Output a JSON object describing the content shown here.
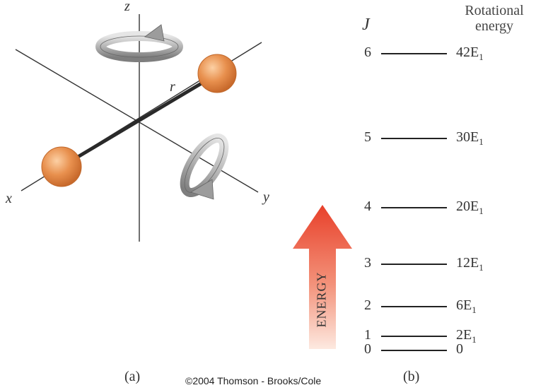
{
  "panel_a": {
    "axis_labels": {
      "x": "x",
      "y": "y",
      "z": "z"
    },
    "bond_label": "r",
    "caption": "(a)",
    "colors": {
      "atom": "#e8904e",
      "bond": "#2a2a2a",
      "arrow": "#a8a8a8"
    }
  },
  "panel_b": {
    "j_header": "J",
    "energy_header": [
      "Rotational",
      "energy"
    ],
    "energy_arrow_label": "ENERGY",
    "caption": "(b)",
    "levels": [
      {
        "j": "0",
        "energy": "0",
        "sub": "",
        "value": 0
      },
      {
        "j": "1",
        "energy": "2E",
        "sub": "1",
        "value": 2
      },
      {
        "j": "2",
        "energy": "6E",
        "sub": "1",
        "value": 6
      },
      {
        "j": "3",
        "energy": "12E",
        "sub": "1",
        "value": 12
      },
      {
        "j": "4",
        "energy": "20E",
        "sub": "1",
        "value": 20
      },
      {
        "j": "5",
        "energy": "30E",
        "sub": "1",
        "value": 30
      },
      {
        "j": "6",
        "energy": "42E",
        "sub": "1",
        "value": 42
      }
    ],
    "colors": {
      "arrow_top": "#e8402a",
      "arrow_bottom": "#fde6dc"
    }
  },
  "copyright": "©2004 Thomson - Brooks/Cole"
}
